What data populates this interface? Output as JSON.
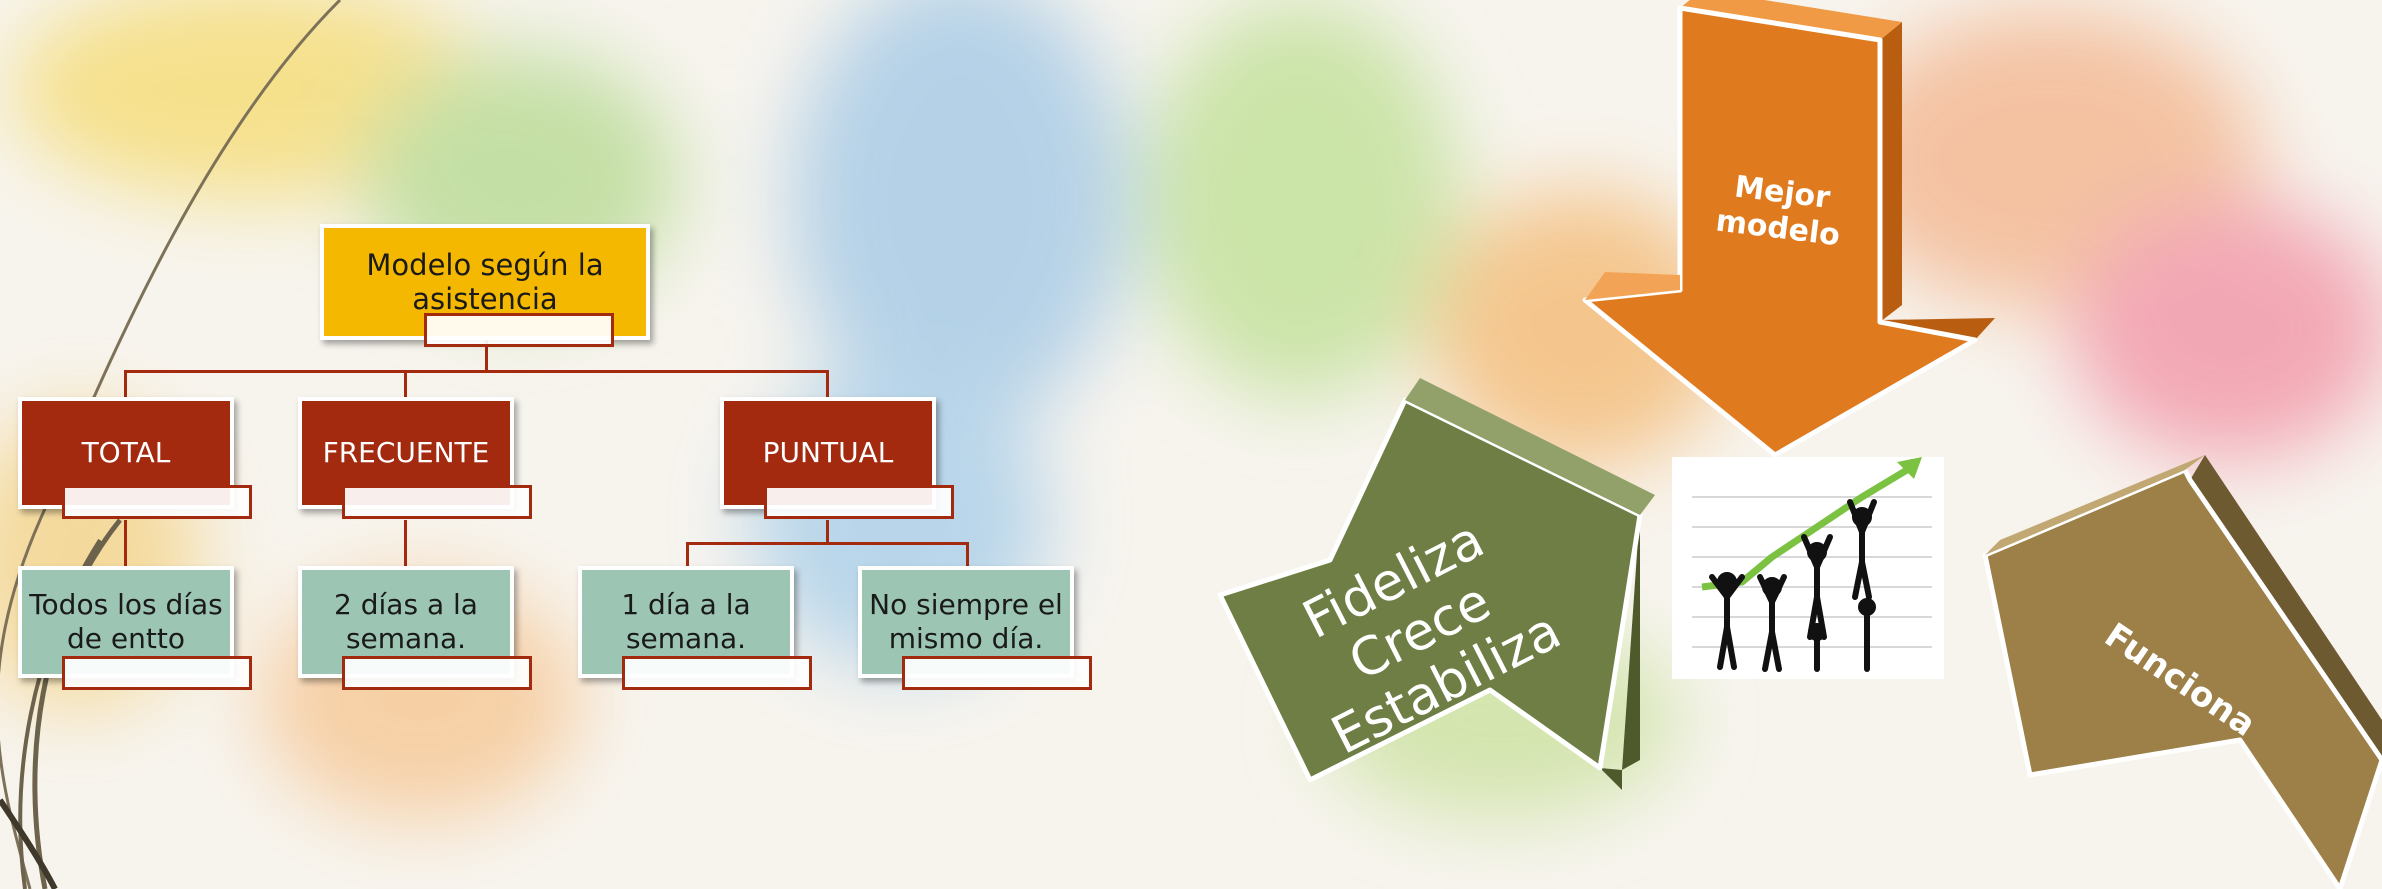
{
  "orgchart": {
    "root": "Modelo según la asistencia",
    "categories": [
      "TOTAL",
      "FRECUENTE",
      "PUNTUAL"
    ],
    "leaves": {
      "total": "Todos los días de entto",
      "frecuente": "2 días a la semana.",
      "puntual_1": "1 día a la semana.",
      "puntual_2": "No siempre el mismo día."
    }
  },
  "arrows": {
    "down": "Mejor\nmodelo",
    "right": "Fideliza\nCrece\nEstabiliza",
    "left": "Funciona"
  },
  "colors": {
    "root": "#f5b800",
    "category": "#a3290f",
    "leaf": "#9cc5b4",
    "arrow_down": "#e07a1e",
    "arrow_right": "#6f7e45",
    "arrow_left": "#9c8048"
  },
  "center_image": "business-people-growth-chart-icon"
}
